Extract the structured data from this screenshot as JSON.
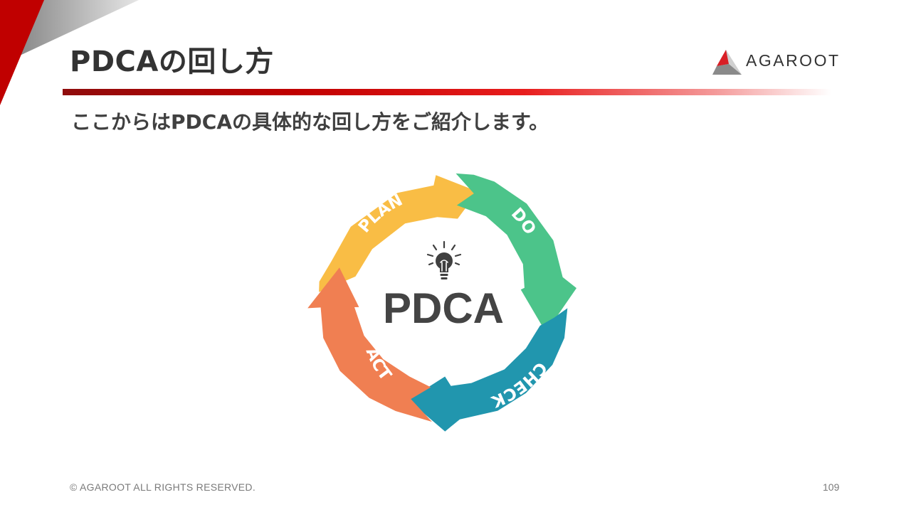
{
  "slide": {
    "title": "PDCAの回し方",
    "subtitle": "ここからはPDCAの具体的な回し方をご紹介します。",
    "footer": "© AGAROOT  ALL RIGHTS RESERVED.",
    "page_number": "109"
  },
  "logo": {
    "text": "AGAROOT"
  },
  "diagram": {
    "center_label": "PDCA",
    "center_icon": "lightbulb-icon",
    "stages": [
      {
        "label": "PLAN",
        "color": "#F9BD45"
      },
      {
        "label": "DO",
        "color": "#4CC48A"
      },
      {
        "label": "CHECK",
        "color": "#2196AE"
      },
      {
        "label": "ACT",
        "color": "#F07F52"
      }
    ]
  },
  "colors": {
    "accent_red": "#C00000",
    "title_text": "#333333"
  }
}
